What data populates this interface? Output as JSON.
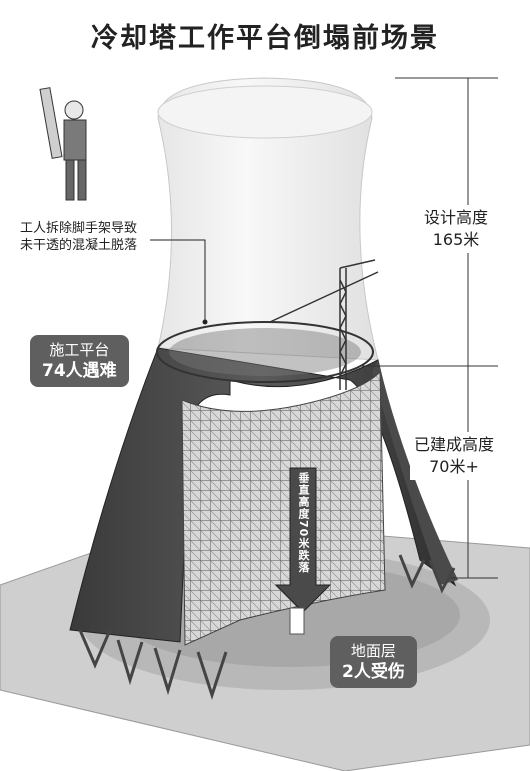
{
  "title": "冷却塔工作平台倒塌前场景",
  "callout": {
    "line1": "工人拆除脚手架导致",
    "line2": "未干透的混凝土脱落"
  },
  "design_height": {
    "label": "设计高度",
    "value": "165米"
  },
  "built_height": {
    "label": "已建成高度",
    "value": "70米+"
  },
  "platform_tag": {
    "line1": "施工平台",
    "line2": "74人遇难"
  },
  "ground_tag": {
    "line1": "地面层",
    "line2": "2人受伤"
  },
  "fall_arrow_text": "垂直高度70米跌落"
}
